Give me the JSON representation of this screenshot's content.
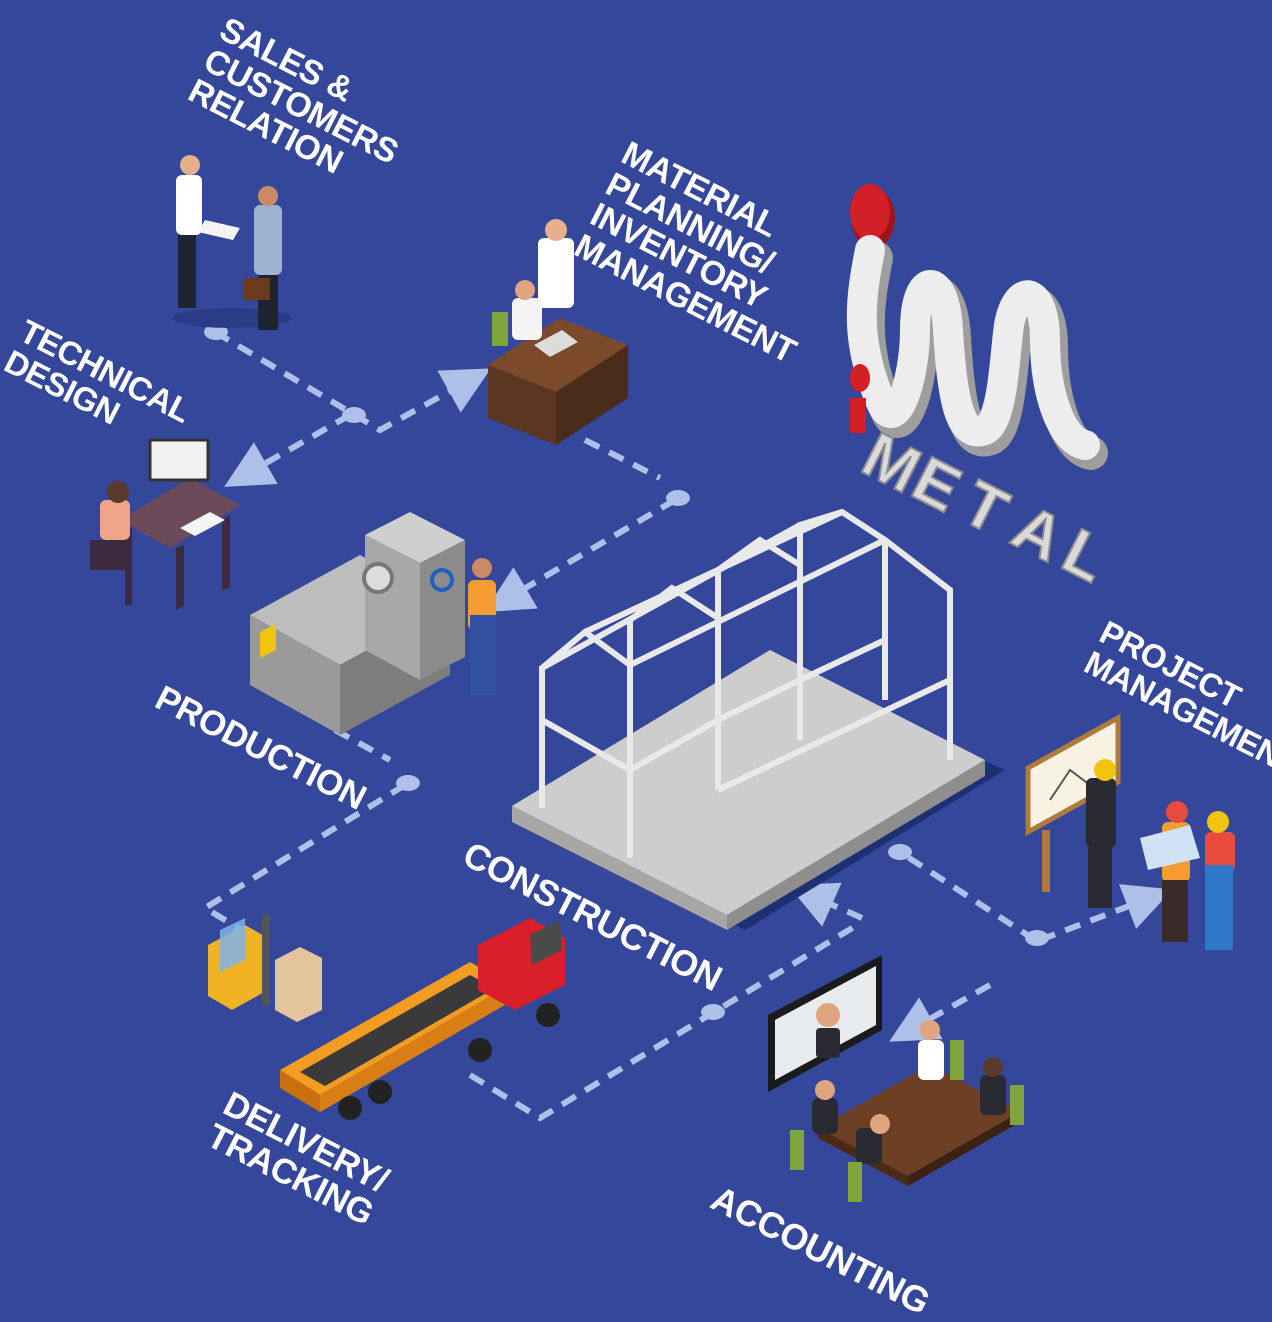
{
  "brand": {
    "name_letters": [
      "M",
      "E",
      "T",
      "A",
      "L"
    ],
    "colors": {
      "primary": "#d31f26",
      "logo_body": "#ededed",
      "logo_shadow": "#9e9e9e"
    }
  },
  "colors": {
    "background": "#34479b",
    "connector": "#aebfe8",
    "label": "#ffffff"
  },
  "stations": {
    "sales": {
      "lines": [
        "SALES &",
        "CUSTOMERS",
        "RELATION"
      ]
    },
    "material": {
      "lines": [
        "MATERIAL",
        "PLANNING/",
        "INVENTORY",
        "MANAGEMENT"
      ]
    },
    "technical": {
      "lines": [
        "TECHNICAL",
        "DESIGN"
      ]
    },
    "production": {
      "lines": [
        "PRODUCTION"
      ]
    },
    "construction": {
      "lines": [
        "CONSTRUCTION"
      ]
    },
    "project": {
      "lines": [
        "PROJECT",
        "MANAGEMENT"
      ]
    },
    "delivery": {
      "lines": [
        "DELIVERY/",
        "TRACKING"
      ]
    },
    "accounting": {
      "lines": [
        "ACCOUNTING"
      ]
    }
  }
}
